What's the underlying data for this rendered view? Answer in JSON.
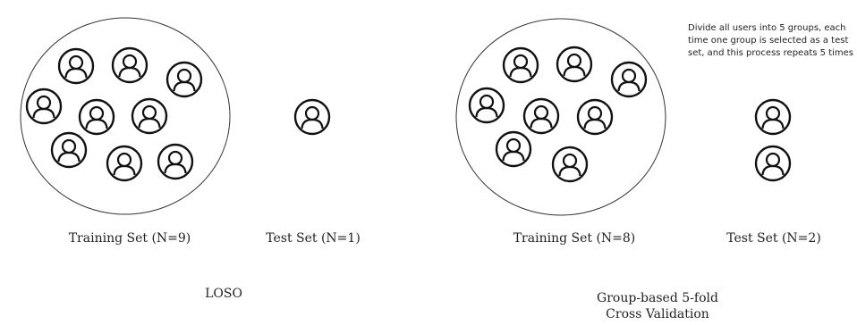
{
  "left_panel": {
    "training_label": "Training Set (N=9)",
    "test_label": "Test Set (N=1)",
    "method_label": "LOSO"
  },
  "right_panel": {
    "training_label": "Training Set (N=8)",
    "test_label": "Test Set (N=2)",
    "method_label_line1": "Group-based 5-fold",
    "method_label_line2": "Cross Validation",
    "note": "Divide all users into 5 groups, each time one group is selected as a test set, and this process repeats 5 times"
  },
  "icon": "user-icon",
  "colors": {
    "stroke": "#111111",
    "background": "#ffffff"
  }
}
